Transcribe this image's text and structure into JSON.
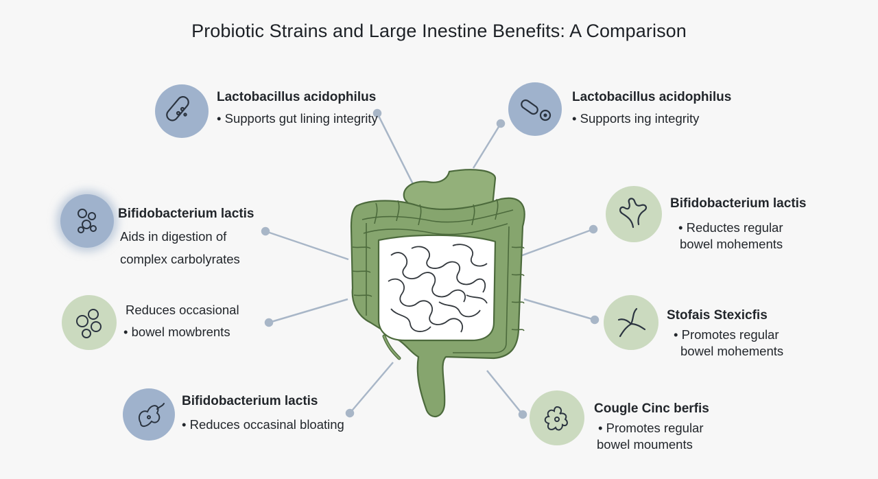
{
  "title": "Probiotic Strains and Large Inestine Benefits: A Comparison",
  "nodes": [
    {
      "heading": "Lactobacillus acidophilus",
      "lines": [
        "• Supports gut lining integrity"
      ],
      "icon": "rod-bacterium-icon",
      "color": "#9fb2cc"
    },
    {
      "heading": "Lactobacillus acidophilus",
      "lines": [
        "• Supports ing integrity"
      ],
      "icon": "rod-and-coccus-icon",
      "color": "#9fb2cc"
    },
    {
      "heading": "Bifidobacterium lactis",
      "lines": [
        "Aids in digestion of",
        "complex carbolyrates"
      ],
      "icon": "cluster-bacteria-icon",
      "color": "#9fb2cc"
    },
    {
      "heading": "Bifidobacterium lactis",
      "lines": [
        "• Reductes regular",
        "bowel mohements"
      ],
      "icon": "branched-bacterium-icon",
      "color": "#cbdabf"
    },
    {
      "heading": "",
      "lines": [
        "Reduces occasional",
        "• bowel mowbrents"
      ],
      "icon": "cocci-group-icon",
      "color": "#cbdabf"
    },
    {
      "heading": "Stofais Stexicfis",
      "lines": [
        "• Promotes regular",
        "bowel mohements"
      ],
      "icon": "y-shaped-bacterium-icon",
      "color": "#cbdabf"
    },
    {
      "heading": "Bifidobacterium lactis",
      "lines": [
        "• Reduces occasinal bloating"
      ],
      "icon": "curled-bacterium-icon",
      "color": "#9fb2cc"
    },
    {
      "heading": "Cougle Cinc berfis",
      "lines": [
        "• Promotes regular",
        "bowel mouments"
      ],
      "icon": "lobed-bacterium-icon",
      "color": "#cbdabf"
    }
  ],
  "colors": {
    "intestine": "#86a56e",
    "intestine_dark": "#4c6a3c",
    "connector": "#a8b6c7",
    "small_intestine": "#ffffff"
  }
}
